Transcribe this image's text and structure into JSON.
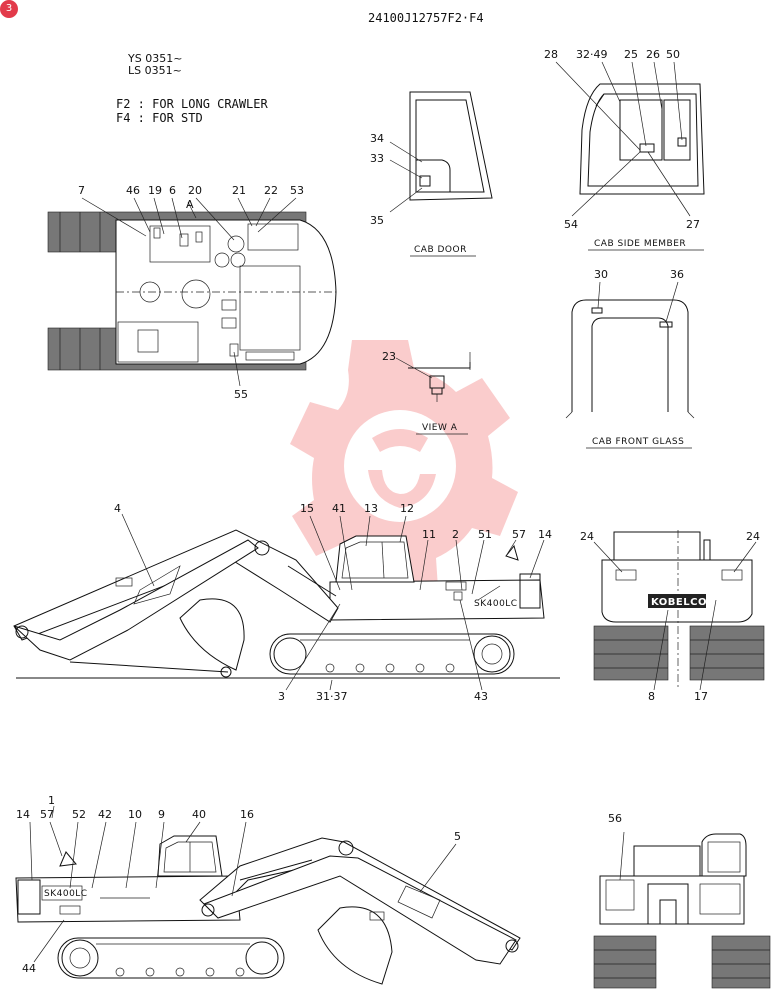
{
  "header": {
    "drawing_no": "24100J12757F2·F4",
    "serial_ys": "YS 0351~",
    "serial_ls": "LS 0351~",
    "note_f2": "F2 : FOR  LONG CRAWLER",
    "note_f4": "F4 : FOR  STD",
    "corner_badge": "3"
  },
  "captions": {
    "cab_door": "CAB DOOR",
    "cab_side_member": "CAB SIDE MEMBER",
    "cab_front_glass": "CAB FRONT GLASS",
    "view_a": "VIEW  A",
    "view_marker": "A"
  },
  "decals": {
    "rear_brand": "KOBELCO",
    "side_model": "SK400LC"
  },
  "callouts": {
    "top_view": [
      "7",
      "46",
      "19",
      "6",
      "20",
      "21",
      "22",
      "53",
      "55"
    ],
    "cab_door": [
      "34",
      "33",
      "35"
    ],
    "cab_side_member": [
      "28",
      "32·49",
      "25",
      "26",
      "50",
      "54",
      "27"
    ],
    "cab_front_glass": [
      "30",
      "36"
    ],
    "view_a": [
      "23"
    ],
    "side_right": [
      "4",
      "15",
      "41",
      "13",
      "12",
      "11",
      "2",
      "51",
      "57",
      "14",
      "3",
      "31·37",
      "43"
    ],
    "rear_view": [
      "24",
      "24",
      "8",
      "17"
    ],
    "side_left": [
      "1",
      "14",
      "57",
      "52",
      "42",
      "10",
      "9",
      "40",
      "16",
      "5",
      "44"
    ],
    "front_view": [
      "56"
    ]
  },
  "colors": {
    "line": "#111111",
    "tread": "#777777",
    "watermark": "#f08080",
    "badge": "#e23a4a"
  }
}
